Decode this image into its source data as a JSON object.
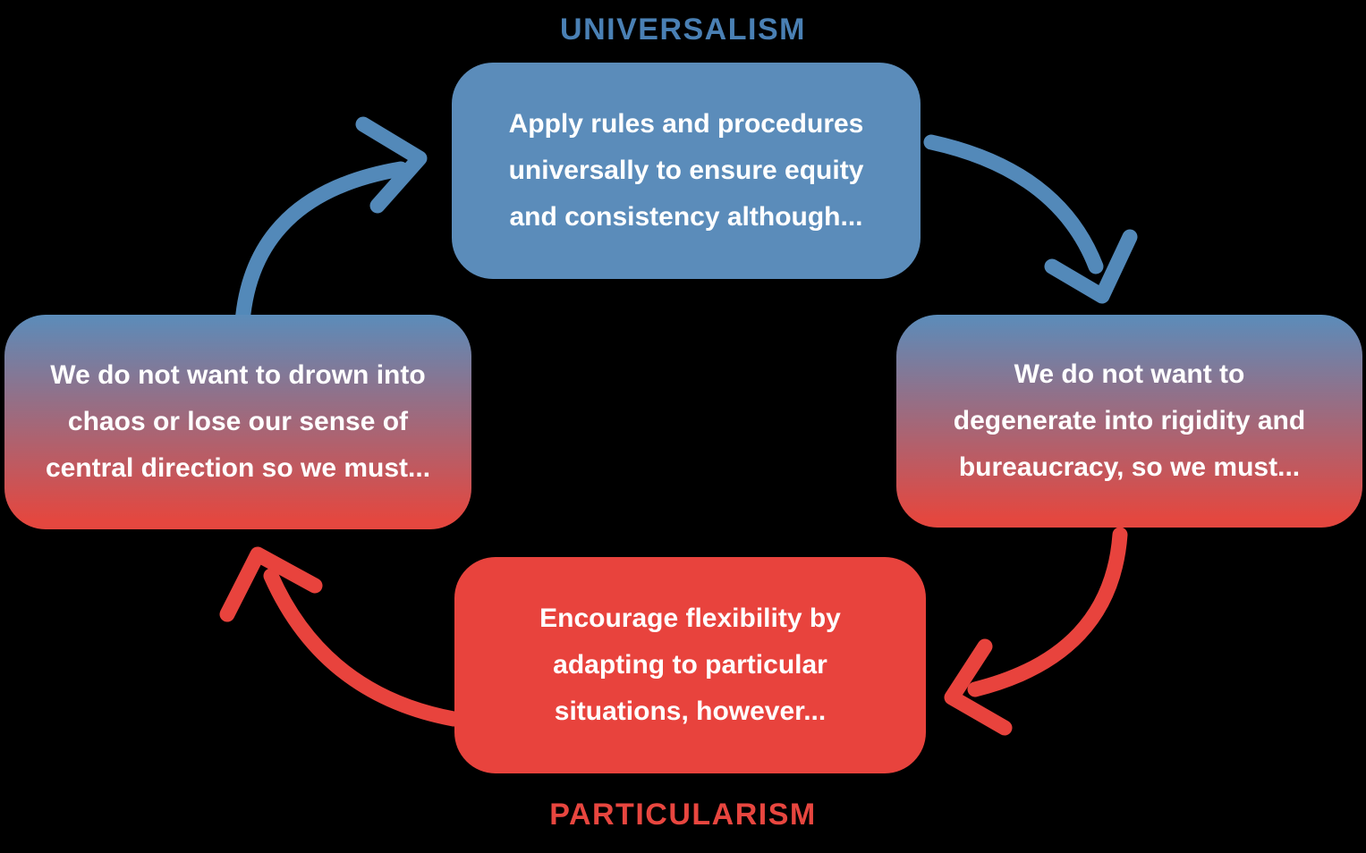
{
  "colors": {
    "background": "#000000",
    "blue": "#5b8cba",
    "blue-label": "#4a80b4",
    "blue-arrow": "#5389b9",
    "red": "#e8433d",
    "red-label": "#e8463f",
    "red-arrow": "#e8433d",
    "gradient-red": "#e4473f",
    "text": "#ffffff"
  },
  "labels": {
    "top": "UNIVERSALISM",
    "bottom": "PARTICULARISM"
  },
  "boxes": {
    "top": "Apply rules and procedures\nuniversally to ensure equity\nand consistency although...",
    "right": "We do not want to\ndegenerate into rigidity and\nbureaucracy, so we must...",
    "bottom": "Encourage flexibility by\nadapting to particular\nsituations, however...",
    "left": "We do not want to drown into\nchaos or lose our sense of\ncentral direction so we must..."
  },
  "arrows": [
    {
      "name": "curved-arrow-left-to-top",
      "color": "#5389b9"
    },
    {
      "name": "curved-arrow-top-to-right",
      "color": "#5389b9"
    },
    {
      "name": "curved-arrow-right-to-bottom",
      "color": "#e8433d"
    },
    {
      "name": "curved-arrow-bottom-to-left",
      "color": "#e8433d"
    }
  ]
}
